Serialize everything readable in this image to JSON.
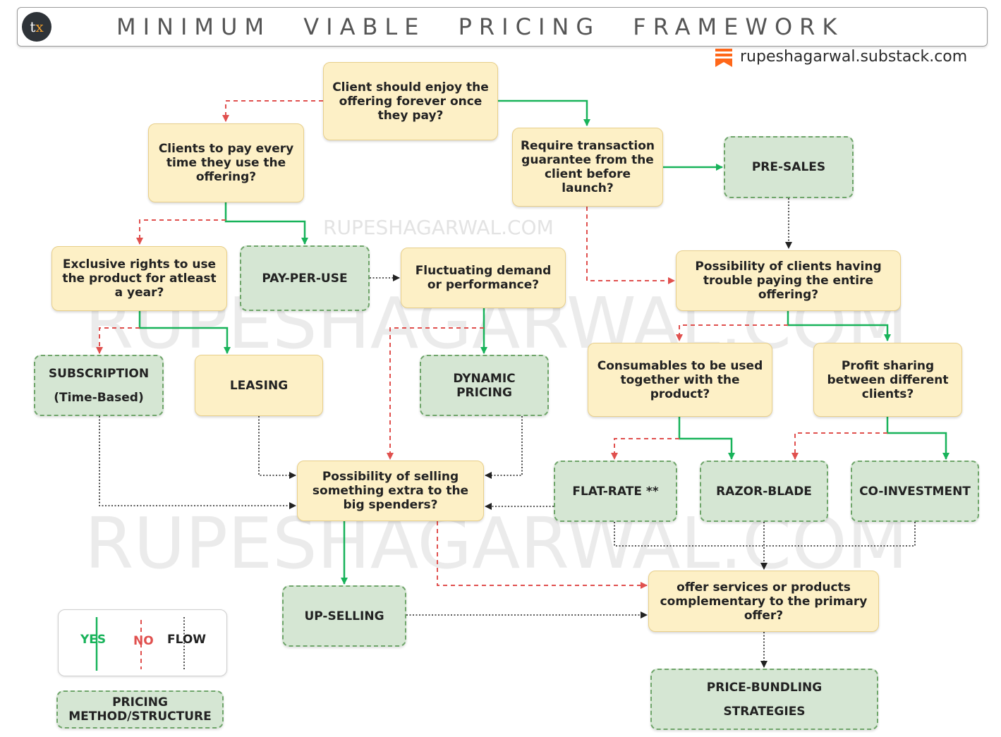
{
  "header": {
    "title": "MINIMUM VIABLE PRICING FRAMEWORK",
    "logo_text_a": "t",
    "logo_text_b": "x",
    "source": "rupeshagarwal.substack.com"
  },
  "watermarks": {
    "small": "RUPESHAGARWAL.COM",
    "big": "RUPESHAGARWAL.COM"
  },
  "colors": {
    "question_fill": "#fdf0c6",
    "method_fill": "#d5e6d3",
    "method_border": "#6fa56a",
    "yes": "#18b35a",
    "no": "#e0504e",
    "flow": "#222222",
    "substack": "#ff6719"
  },
  "nodes": {
    "forever": "Client should enjoy the offering forever once they pay?",
    "pay_every": "Clients to pay every time they use the offering?",
    "txn_guarantee": "Require transaction guarantee from the client before launch?",
    "presales": "PRE-SALES",
    "exclusive": "Exclusive rights to use the product for atleast a year?",
    "ppu": "PAY-PER-USE",
    "fluct": "Fluctuating demand or performance?",
    "trouble": "Possibility of clients having trouble paying the entire offering?",
    "subscription_line1": "SUBSCRIPTION",
    "subscription_line2": "(Time-Based)",
    "leasing": "LEASING",
    "dynamic": "DYNAMIC PRICING",
    "consumables": "Consumables to be used together with the product?",
    "profit": "Profit sharing between different clients?",
    "upsell_q": "Possibility of selling something extra to the big spenders?",
    "flatrate": "FLAT-RATE **",
    "razor": "RAZOR-BLADE",
    "coinvest": "CO-INVESTMENT",
    "upselling": "UP-SELLING",
    "complementary": "offer services or products complementary to the primary offer?",
    "bundling_line1": "PRICE-BUNDLING",
    "bundling_line2": "STRATEGIES"
  },
  "legend": {
    "yes": "YES",
    "no": "NO",
    "flow": "FLOW",
    "method": "PRICING METHOD/STRUCTURE"
  }
}
